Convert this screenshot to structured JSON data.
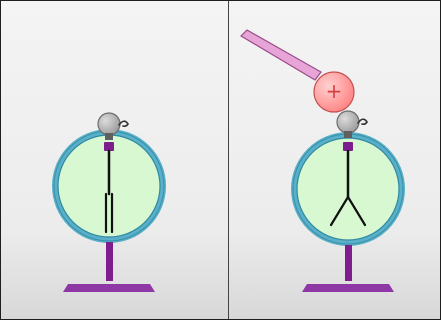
{
  "diagram": {
    "panels": [
      {
        "id": "uncharged-electroscope",
        "leaves_state": "closed",
        "charged_rod_present": false
      },
      {
        "id": "charged-rod-near-electroscope",
        "leaves_state": "diverged",
        "charged_rod_present": true,
        "rod_charge_symbol": "+"
      }
    ],
    "colors": {
      "background_top": "#f4f4f4",
      "background_bottom": "#d9d9d9",
      "divider": "#444444",
      "dial_ring": "#5ab0c8",
      "dial_fill": "#d7f8d0",
      "stand": "#7d1d8e",
      "stand_light": "#8e38a6",
      "knob": "#b6b6b6",
      "rod": "#e7a4d7",
      "rod_outline": "#9a4a88",
      "charge_ball": "#ff8a8a",
      "charge_outline": "#c35252",
      "charge_text": "#d74040",
      "leaf": "#111111"
    }
  }
}
